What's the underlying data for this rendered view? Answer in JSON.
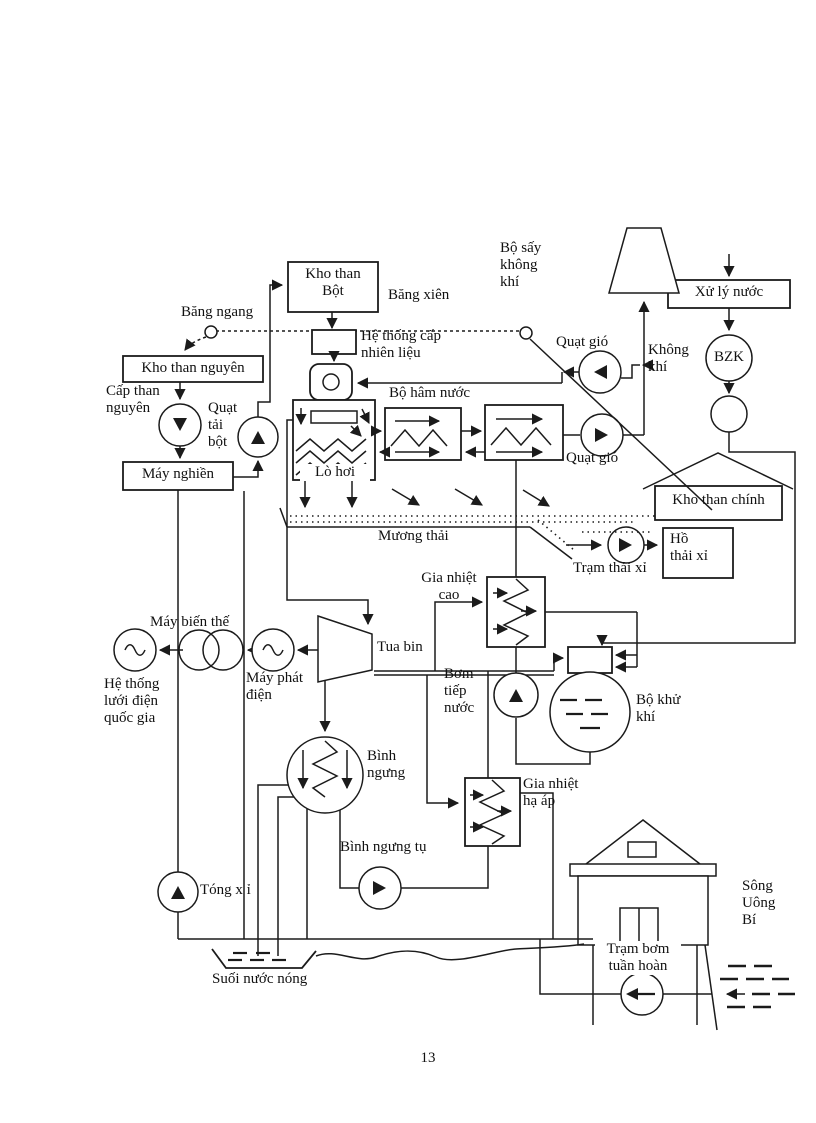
{
  "page": {
    "number": "13"
  },
  "diagram": {
    "colors": {
      "ink": "#1b1b1b",
      "paper": "#ffffff"
    },
    "labels": {
      "kho_than_bot": "Kho than\nBột",
      "bang_xien": "Băng xiên",
      "bang_ngang": "Băng ngang",
      "bo_say_khong_khi": "Bộ sấy\nkhông\nkhí",
      "xu_ly_nuoc": "Xử lý nước",
      "he_thong_cap_nhien_lieu": "Hệ thống cấp\nnhiên liệu",
      "kho_than_nguyen": "Kho than nguyên",
      "cap_than_nguyen": "Cấp than\nnguyên",
      "quat_tai_bot": "Quạt\ntải\nbột",
      "may_nghien": "Máy nghiền",
      "bo_ham_nuoc": "Bộ hâm nước",
      "lo_hoi": "Lò hơi",
      "quat_gio_top": "Quạt gió",
      "quat_gio_right": "Quạt gió",
      "khong_khi": "Không\nkhí",
      "bzk": "BZK",
      "kho_than_chinh": "Kho than chính",
      "muong_thai": "Mương thải",
      "tram_thai_xi": "Trạm thải xỉ",
      "ho_thai_xi": "Hồ\nthải xỉ",
      "gia_nhiet_cao": "Gia nhiệt\ncao",
      "may_bien_the": "Máy biến thế",
      "he_thong_luoi_dien": "Hệ thống\nlưới điện\nquốc gia",
      "may_phat_dien": "Máy phát\nđiện",
      "tua_bin": "Tua bin",
      "bom_tiep_nuoc": "Bơm\ntiếp\nnước",
      "bo_khu_khi": "Bộ khử\nkhí",
      "binh_ngung": "Bình\nngưng",
      "gia_nhiet_ha_ap": "Gia nhiệt\nhạ áp",
      "binh_ngung_tu": "Bình ngưng tụ",
      "tong_xi": "Tóng x ỉ",
      "suoi_nuoc_nong": "Suối nước nóng",
      "tram_bom_tuan_hoan": "Trạm bơm\ntuần hoàn",
      "song_uong_bi": "Sông\nUông\nBí"
    }
  }
}
